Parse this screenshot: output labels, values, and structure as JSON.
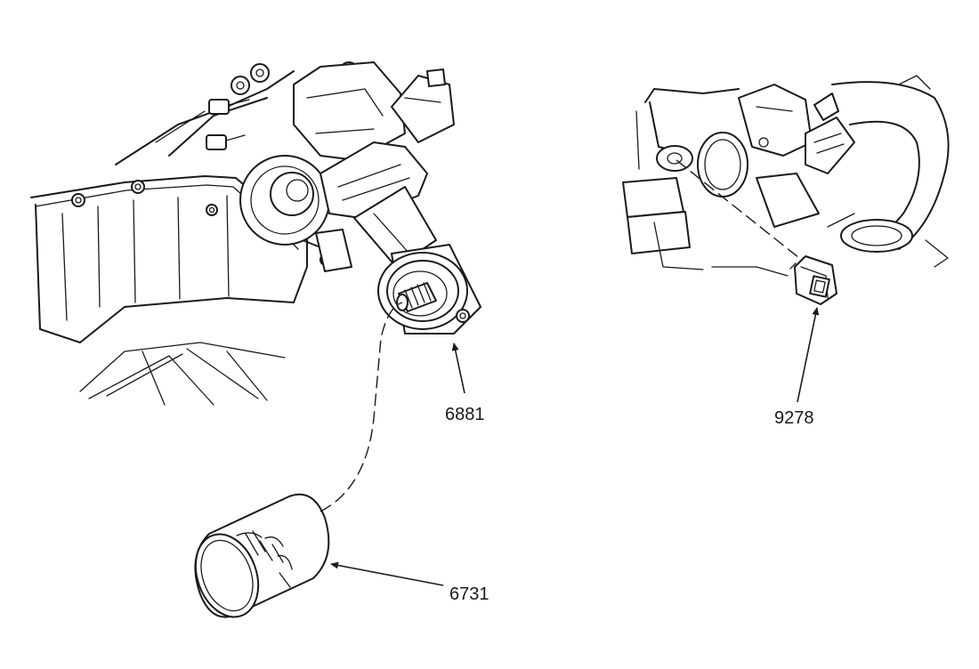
{
  "callouts": {
    "adapter": "6881",
    "filter": "6731",
    "sender": "9278"
  }
}
